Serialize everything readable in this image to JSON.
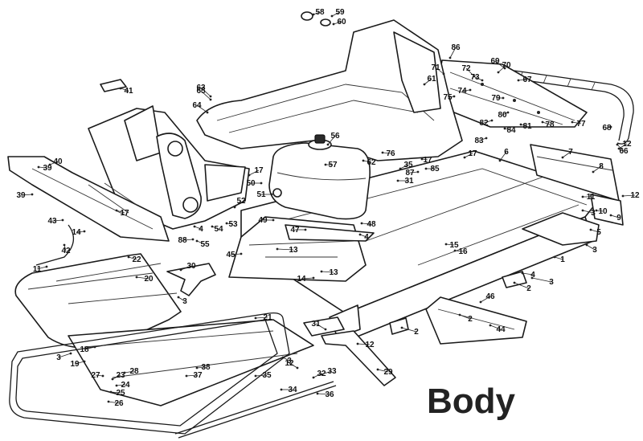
{
  "title": "Body",
  "callouts": [
    "1",
    "2",
    "2",
    "2",
    "3",
    "3",
    "3",
    "3",
    "3",
    "3",
    "4",
    "4",
    "4",
    "5",
    "6",
    "7",
    "8",
    "9",
    "10",
    "11",
    "11",
    "12",
    "12",
    "12",
    "12",
    "13",
    "13",
    "14",
    "14",
    "15",
    "16",
    "17",
    "17",
    "17",
    "17",
    "18",
    "19",
    "20",
    "21",
    "22",
    "23",
    "24",
    "25",
    "26",
    "27",
    "28",
    "29",
    "30",
    "31",
    "31",
    "32",
    "33",
    "34",
    "35",
    "35",
    "36",
    "37",
    "38",
    "39",
    "39",
    "40",
    "41",
    "42",
    "43",
    "44",
    "45",
    "46",
    "47",
    "48",
    "49",
    "50",
    "51",
    "52",
    "53",
    "54",
    "55",
    "56",
    "57",
    "58",
    "59",
    "60",
    "61",
    "62",
    "63",
    "64",
    "65",
    "66",
    "67",
    "68",
    "69",
    "70",
    "71",
    "72",
    "73",
    "74",
    "75",
    "76",
    "77",
    "78",
    "79",
    "80",
    "81",
    "82",
    "83",
    "84",
    "85",
    "86",
    "87",
    "88"
  ]
}
